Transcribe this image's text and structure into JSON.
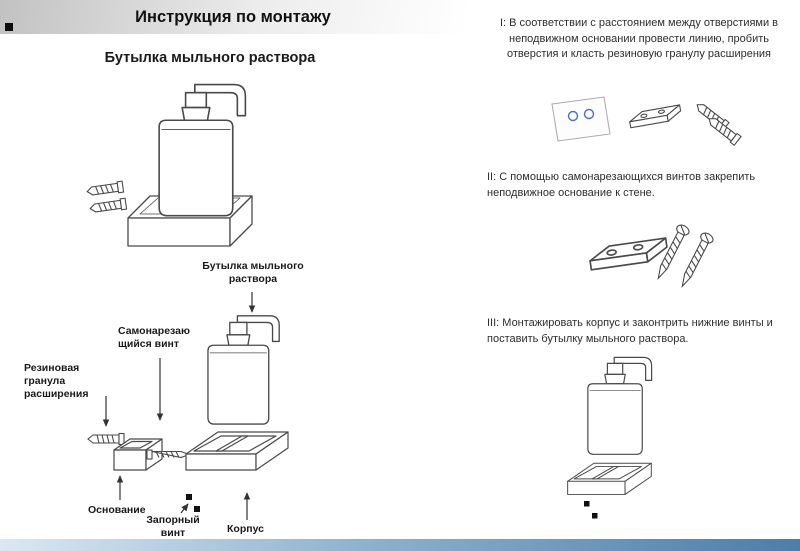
{
  "header": {
    "title": "Инструкция по монтажу"
  },
  "left_panel": {
    "subtitle": "Бутылка мыльного раствора",
    "labels": {
      "bottle": "Бутылка мыльного раствора",
      "self_tapping_screw": "Самонарезающийся винт",
      "rubber_expansion_plug": "Резиновая гранула расширения",
      "base": "Основание",
      "locking_screw": "Запорный винт",
      "body": "Корпус"
    }
  },
  "steps": {
    "step1": "I: В соответствии с расстоянием между отверстиями в неподвижном основании провести линию, пробить отверстия и класть резиновую гранулу расширения",
    "step2": "II: С помощью самонарезающихся винтов закрепить неподвижное основание к стене.",
    "step3": "III: Монтажировать корпус и законтрить нижние винты и поставить бутылку мыльного раствора."
  },
  "icons": {
    "header_bullet": "black-square-bullet",
    "locking_screw_marks": "two-black-squares"
  },
  "colors": {
    "header_gradient_start": "#c2c2c2",
    "header_gradient_end": "#ffffff",
    "footer_gradient_start": "#dbe8f3",
    "footer_gradient_end": "#4e7da8",
    "drawing_line": "#4a4a4a",
    "hole_circle": "#4472c4"
  }
}
